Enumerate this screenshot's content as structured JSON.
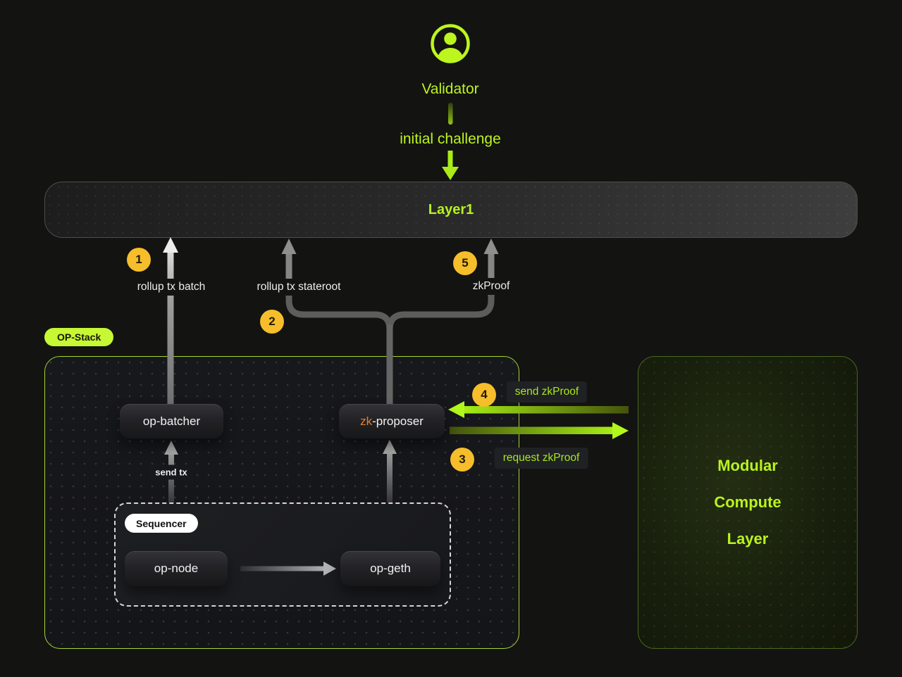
{
  "validator": {
    "label": "Validator",
    "icon": "person-circle-icon"
  },
  "labels": {
    "initial_challenge": "initial challenge",
    "rollup_tx_batch": "rollup tx batch",
    "rollup_tx_stateroot": "rollup tx stateroot",
    "zkproof": "zkProof",
    "send_zkproof": "send zkProof",
    "request_zkproof": "request zkProof",
    "send_tx": "send tx"
  },
  "badges": {
    "step1": "1",
    "step2": "2",
    "step3": "3",
    "step4": "4",
    "step5": "5"
  },
  "layer1": {
    "title": "Layer1"
  },
  "op_stack": {
    "tag": "OP-Stack",
    "sequencer_tag": "Sequencer",
    "nodes": {
      "op_batcher": "op-batcher",
      "zk_prefix": "zk",
      "proposer_suffix": "-proposer",
      "op_node": "op-node",
      "op_geth": "op-geth"
    }
  },
  "modular_compute_layer": {
    "lines": [
      "Modular",
      "Compute",
      "Layer"
    ]
  },
  "colors": {
    "lime": "#b9f31f",
    "badge_yellow": "#f6be2b",
    "zk_orange": "#ea7f28",
    "op_stack_border": "#a6d431",
    "gray_arrow": "#8f8f8f"
  }
}
